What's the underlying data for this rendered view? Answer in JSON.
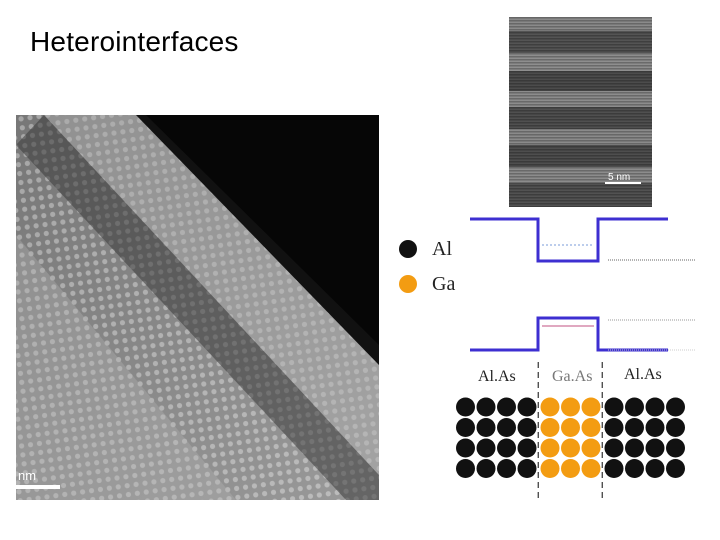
{
  "slide": {
    "title": "Heterointerfaces"
  },
  "stem_image": {
    "scale_label": "nm"
  },
  "tem_image": {
    "scale_label": "5 nm"
  },
  "legend": {
    "items": [
      {
        "label": "Al",
        "color": "#111111"
      },
      {
        "label": "Ga",
        "color": "#f39c12"
      }
    ]
  },
  "band_diagram": {
    "line_color": "#3d2fd1"
  },
  "layers": {
    "labels": [
      "Al.As",
      "Ga.As",
      "Al.As"
    ]
  },
  "atom_lattice": {
    "rows": 4,
    "groups": [
      {
        "columns": 4,
        "color": "#111111"
      },
      {
        "columns": 3,
        "color": "#f39c12"
      },
      {
        "columns": 4,
        "color": "#111111"
      }
    ]
  }
}
